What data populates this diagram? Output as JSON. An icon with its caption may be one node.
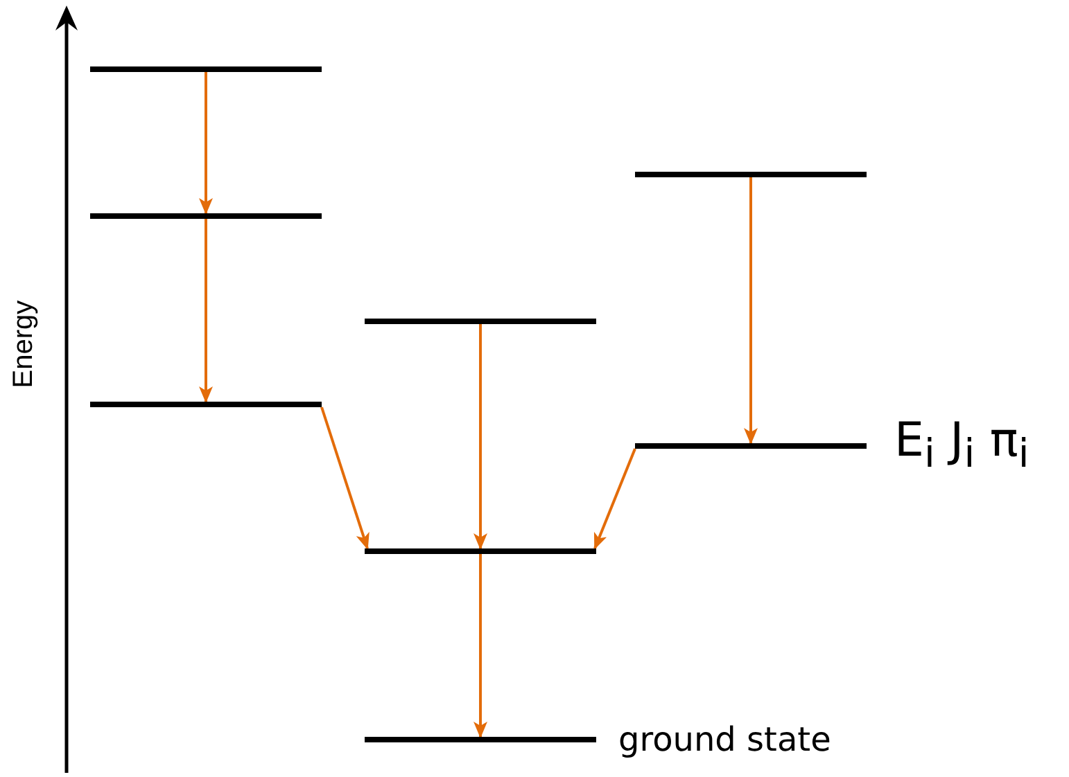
{
  "diagram": {
    "nodes": [
      {
        "text": [],
        "shape": "bar"
      },
      {
        "text": [],
        "shape": "bar"
      },
      {
        "text": [],
        "shape": "bar"
      },
      {
        "text": [],
        "shape": "bar"
      },
      {
        "text": [],
        "shape": "bar"
      },
      {
        "text": [],
        "shape": "bar",
        "beside": [
          "ground state"
        ]
      },
      {
        "text": [],
        "shape": "bar"
      },
      {
        "text": [],
        "shape": "bar",
        "beside": [
          "E$_{i}$ J$_{i}$ π$_{i}$"
        ]
      }
    ],
    "edges": [
      {
        "from": 0,
        "to": 1,
        "arrow": "to",
        "color": "#e36c0a"
      },
      {
        "from": 1,
        "to": 2,
        "arrow": "to",
        "color": "#e36c0a"
      },
      {
        "from": 2,
        "to": 4,
        "arrow": "to",
        "color": "#e36c0a"
      },
      {
        "from": 3,
        "to": 4,
        "arrow": "to",
        "color": "#e36c0a"
      },
      {
        "from": 7,
        "to": 4,
        "arrow": "to",
        "color": "#e36c0a"
      },
      {
        "from": 6,
        "to": 7,
        "arrow": "to",
        "color": "#e36c0a"
      },
      {
        "from": 4,
        "to": 5,
        "arrow": "to",
        "color": "#e36c0a"
      }
    ],
    "labels": [
      "Energy"
    ]
  }
}
